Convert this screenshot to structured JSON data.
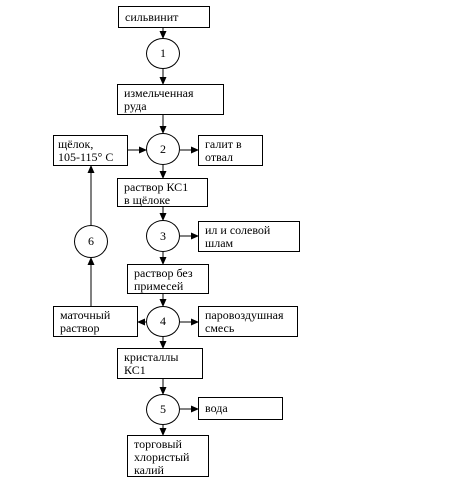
{
  "boxes": {
    "sylvinite": "сильвинит",
    "crushed_ore": "измельченная\nруда",
    "liquor": "щёлок,\n105-115° С",
    "halite": "галит в\nотвал",
    "kcl_solution": "раствор КС1\nв щёлоке",
    "silt": "ил и  солевой\nшлам",
    "pure_solution": "раствор без\nпримесей",
    "mother_liquor": "маточный\nраствор",
    "steam_air": "паровоздушная\nсмесь",
    "crystals": "кристаллы\nКС1",
    "water": "вода",
    "product": "торговый\nхлористый\nкалий"
  },
  "steps": {
    "s1": "1",
    "s2": "2",
    "s3": "3",
    "s4": "4",
    "s5": "5",
    "s6": "6"
  }
}
